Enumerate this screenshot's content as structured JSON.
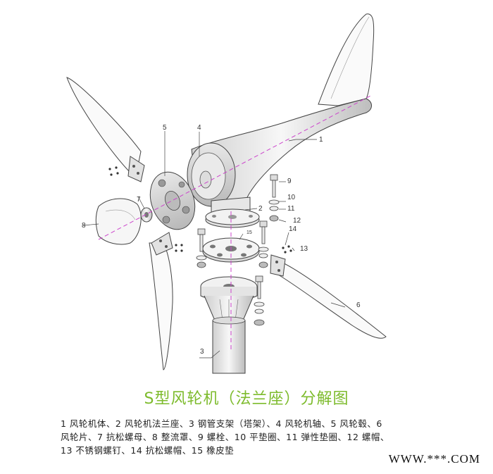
{
  "title": "S型风轮机（法兰座）分解图",
  "legend_lines": [
    "1  风轮机体、2  风轮机法兰座、3  钢管支架（塔架）、4  风轮机轴、5  风轮毂、6",
    "风轮片、7  抗松螺母、8  整流罩、9  螺栓、10  平垫圈、11  弹性垫圈、12  螺帽、",
    "13  不锈钢螺钉、14  抗松螺帽、15  橡皮垫"
  ],
  "callouts": {
    "c1": "1",
    "c2": "2",
    "c3": "3",
    "c4": "4",
    "c5": "5",
    "c6": "6",
    "c7": "7",
    "c8": "8",
    "c9": "9",
    "c10": "10",
    "c11": "11",
    "c12": "12",
    "c13": "13",
    "c14": "14",
    "c15": "15"
  },
  "watermark": "WWW.***.COM",
  "colors": {
    "title": "#7dbb2c",
    "axis": "#cc44cc",
    "line": "#444444"
  }
}
